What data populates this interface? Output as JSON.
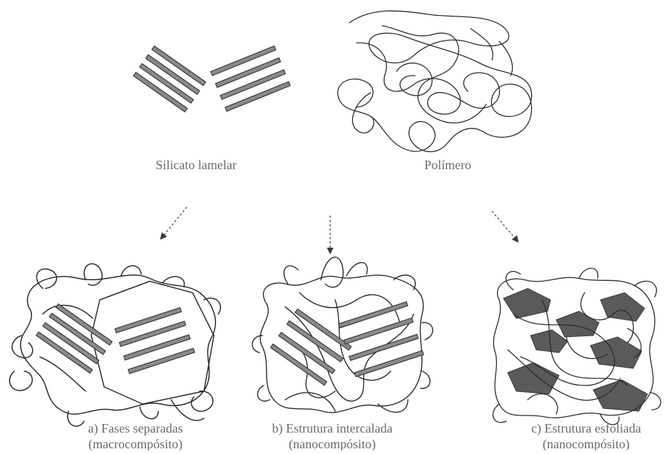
{
  "labels": {
    "silicate": "Silicato lamelar",
    "polymer": "Polímero"
  },
  "results": [
    {
      "line1": "a) Fases separadas",
      "line2": "(macrocompósito)"
    },
    {
      "line1": "b) Estrutura intercalada",
      "line2": "(nanocompósito)"
    },
    {
      "line1": "c) Estrutura esfoliada",
      "line2": "(nanocompósito)"
    }
  ],
  "colors": {
    "line": "#2a2a2a",
    "plate_fill": "#8a8a8a",
    "plate_stroke": "#3a3a3a",
    "exfoliated_sheet": "#5a5a5a",
    "label_text": "#6a6a6a"
  }
}
